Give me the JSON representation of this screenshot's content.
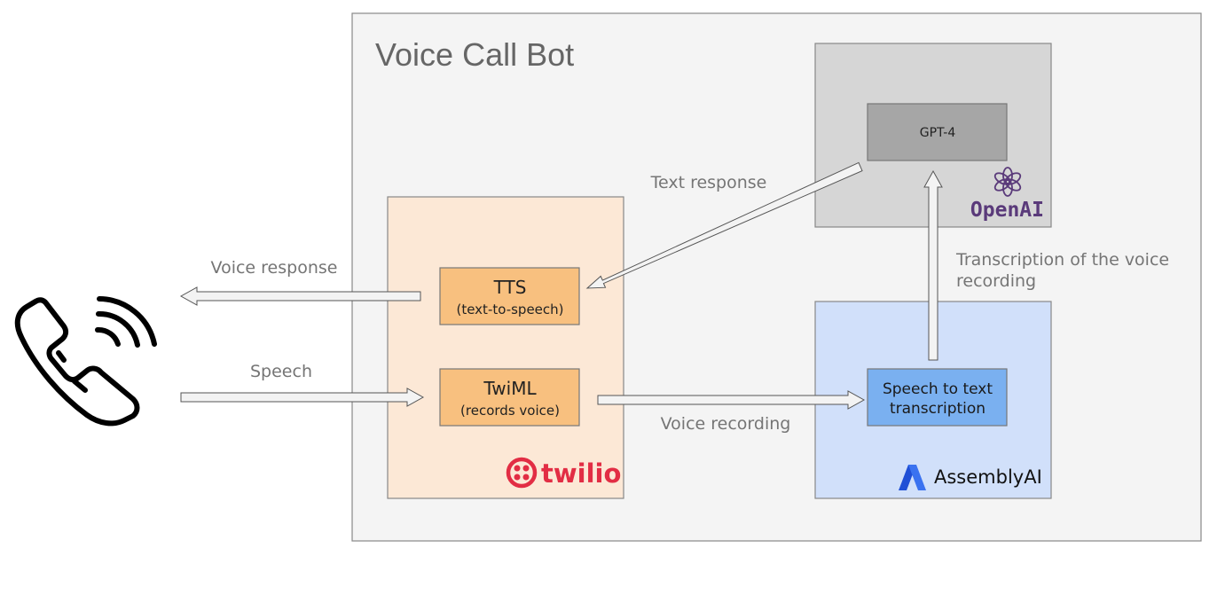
{
  "diagram": {
    "title": "Voice Call Bot",
    "labels": {
      "voice_response": "Voice response",
      "speech": "Speech",
      "text_response": "Text response",
      "voice_recording": "Voice recording",
      "transcription_line1": "Transcription of the voice",
      "transcription_line2": "recording"
    },
    "boxes": {
      "tts": {
        "title": "TTS",
        "subtitle": "(text-to-speech)"
      },
      "twiml": {
        "title": "TwiML",
        "subtitle": "(records voice)"
      },
      "gpt4": {
        "title": "GPT-4"
      },
      "stt": {
        "line1": "Speech to text",
        "line2": "transcription"
      }
    },
    "logos": {
      "openai": "OpenAI",
      "twilio": "twilio",
      "assemblyai": "AssemblyAI"
    },
    "icons": {
      "phone": "phone-calling-icon",
      "openai": "openai-knot-icon",
      "twilio": "twilio-dots-icon",
      "assemblyai": "assemblyai-a-icon"
    },
    "colors": {
      "bot_panel": "#f4f4f4",
      "twilio_panel": "#fce8d6",
      "openai_panel": "#d6d6d6",
      "assembly_panel": "#d1e0fa",
      "orange_box": "#f8c07f",
      "gray_box": "#a6a6a6",
      "blue_box": "#7ab0f0",
      "twilio_red": "#e22d44",
      "openai_purple": "#5a3a7a",
      "assembly_blue": "#3560e8"
    }
  }
}
